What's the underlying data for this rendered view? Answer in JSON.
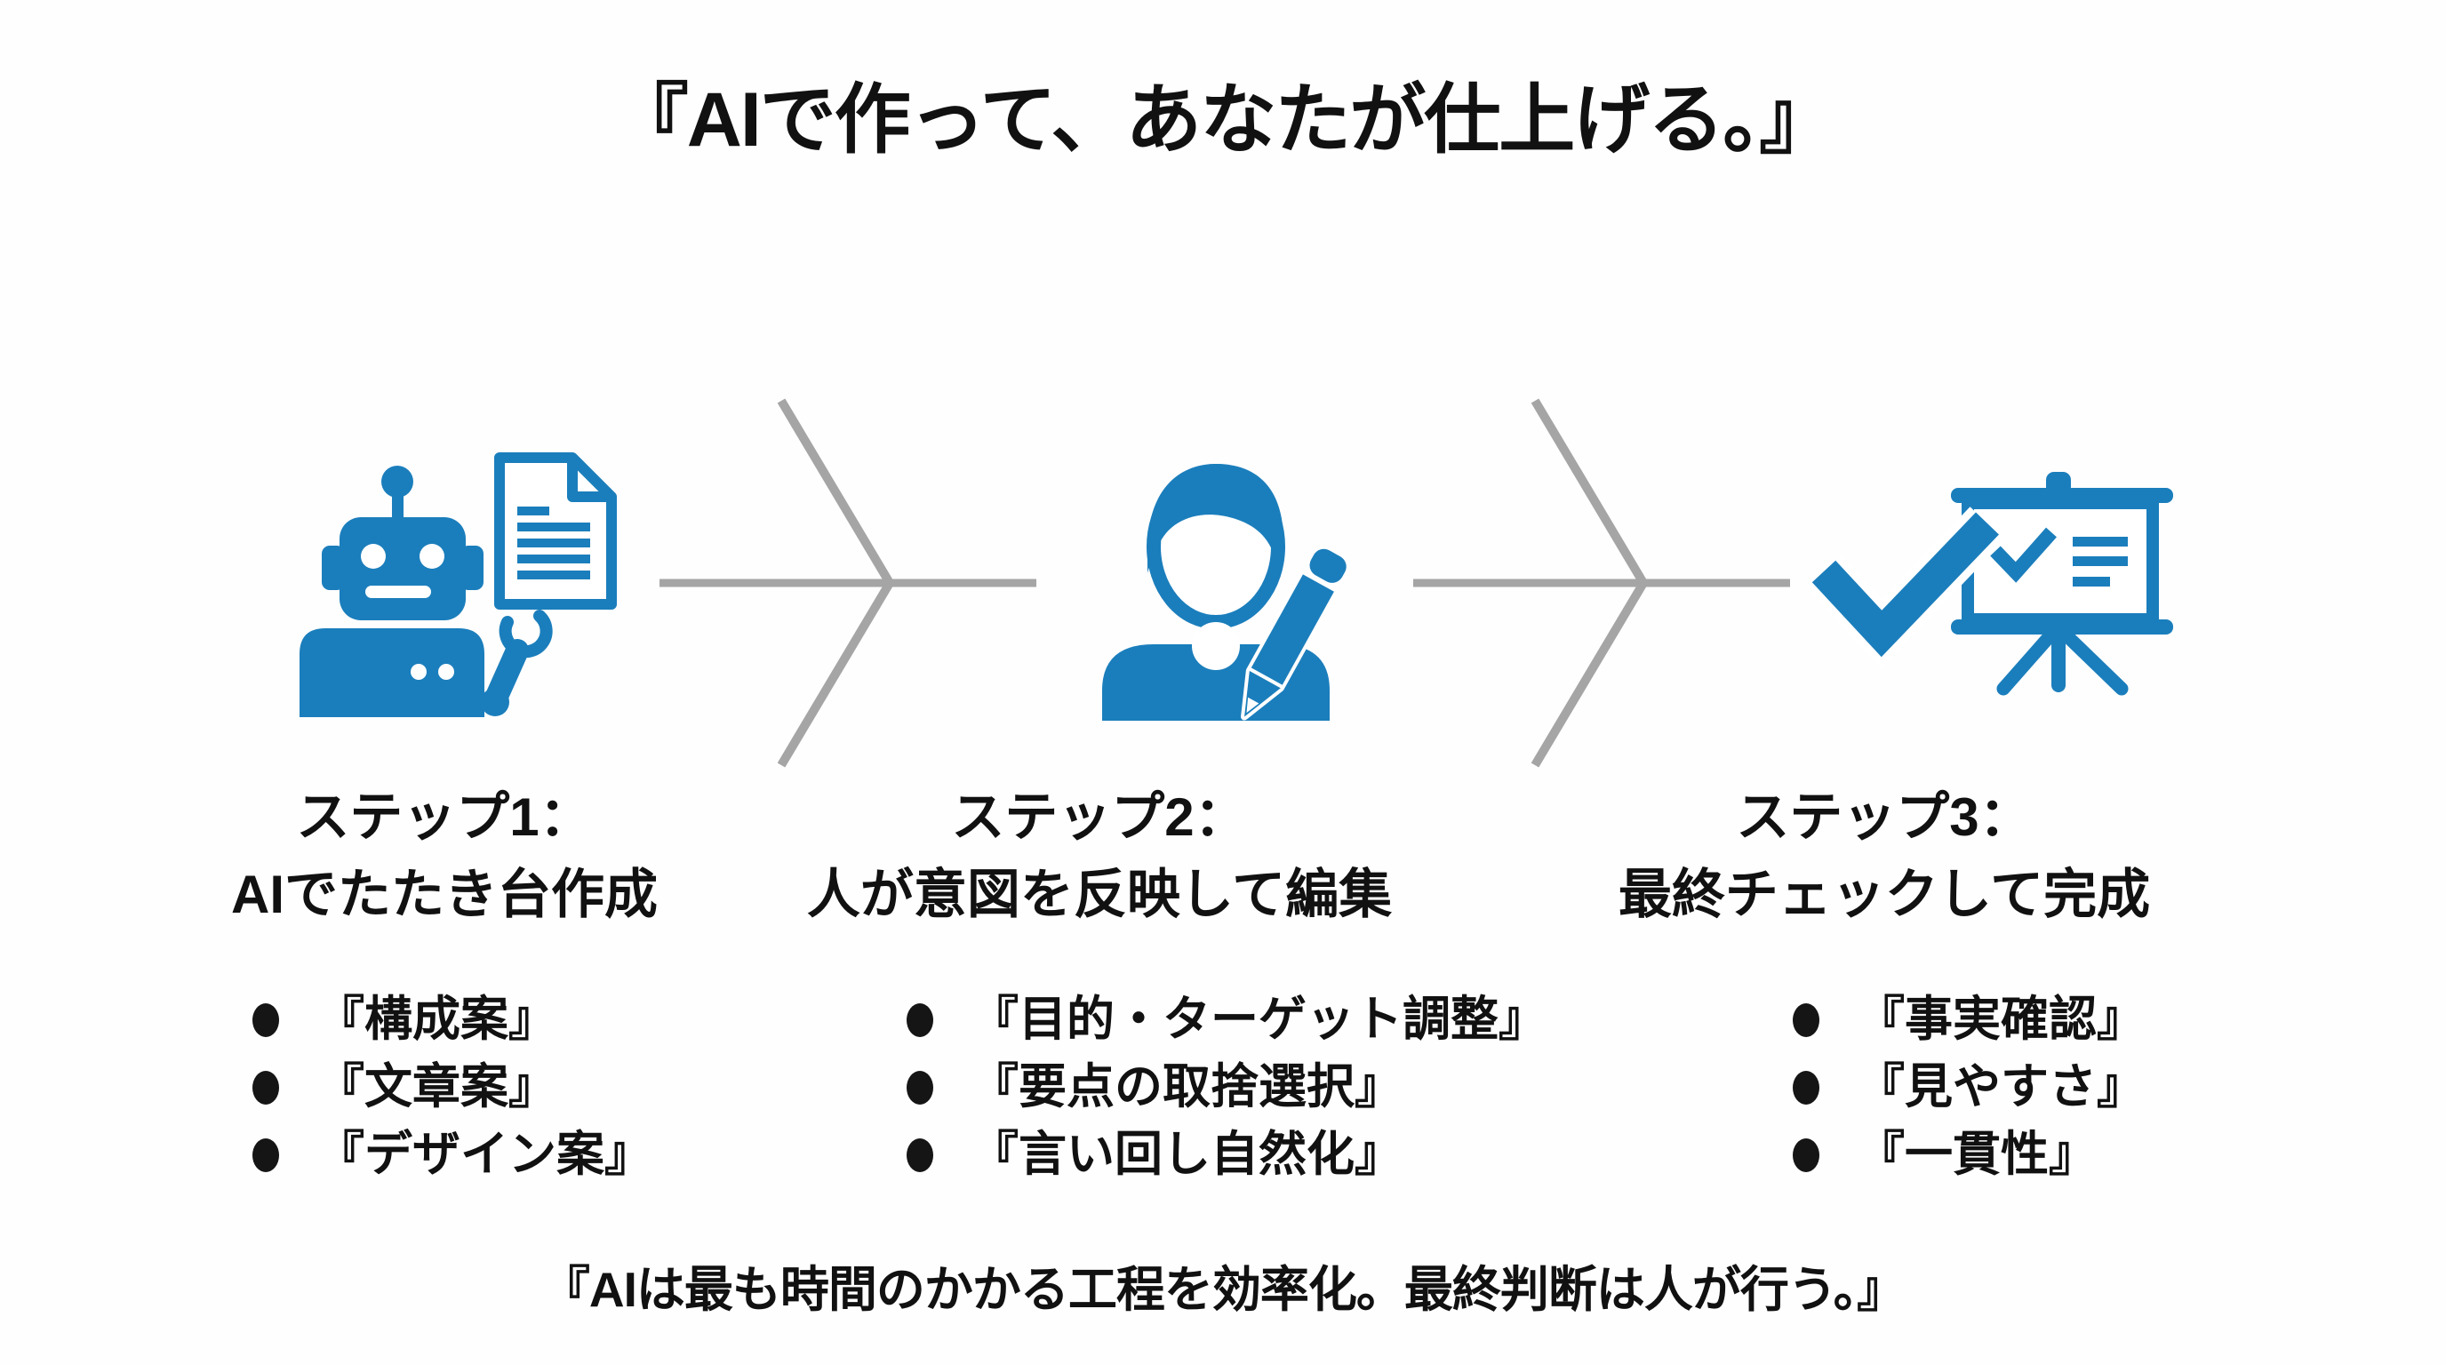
{
  "title": "『AIで作って、あなたが仕上げる。』",
  "colors": {
    "accent": "#1B7EBC",
    "arrow": "#A5A5A5",
    "ink": "#111111",
    "background": "#FEFEFE"
  },
  "flow_arrow_icon": "chevron-right-arrow-icon",
  "steps": [
    {
      "icon": "robot-document-icon",
      "title_line1": "ステップ1：",
      "title_line2": "AIでたたき台作成",
      "bullets": [
        "『構成案』",
        "『文章案』",
        "『デザイン案』"
      ]
    },
    {
      "icon": "person-editing-icon",
      "title_line1": "ステップ2：",
      "title_line2": "人が意図を反映して編集",
      "bullets": [
        "『目的・ターゲット調整』",
        "『要点の取捨選択』",
        "『言い回し自然化』"
      ]
    },
    {
      "icon": "checklist-board-icon",
      "title_line1": "ステップ3：",
      "title_line2": "最終チェックして完成",
      "bullets": [
        "『事実確認』",
        "『見やすさ』",
        "『一貫性』"
      ]
    }
  ],
  "footer": "『AIは最も時間のかかる工程を効率化。最終判断は人が行う。』"
}
